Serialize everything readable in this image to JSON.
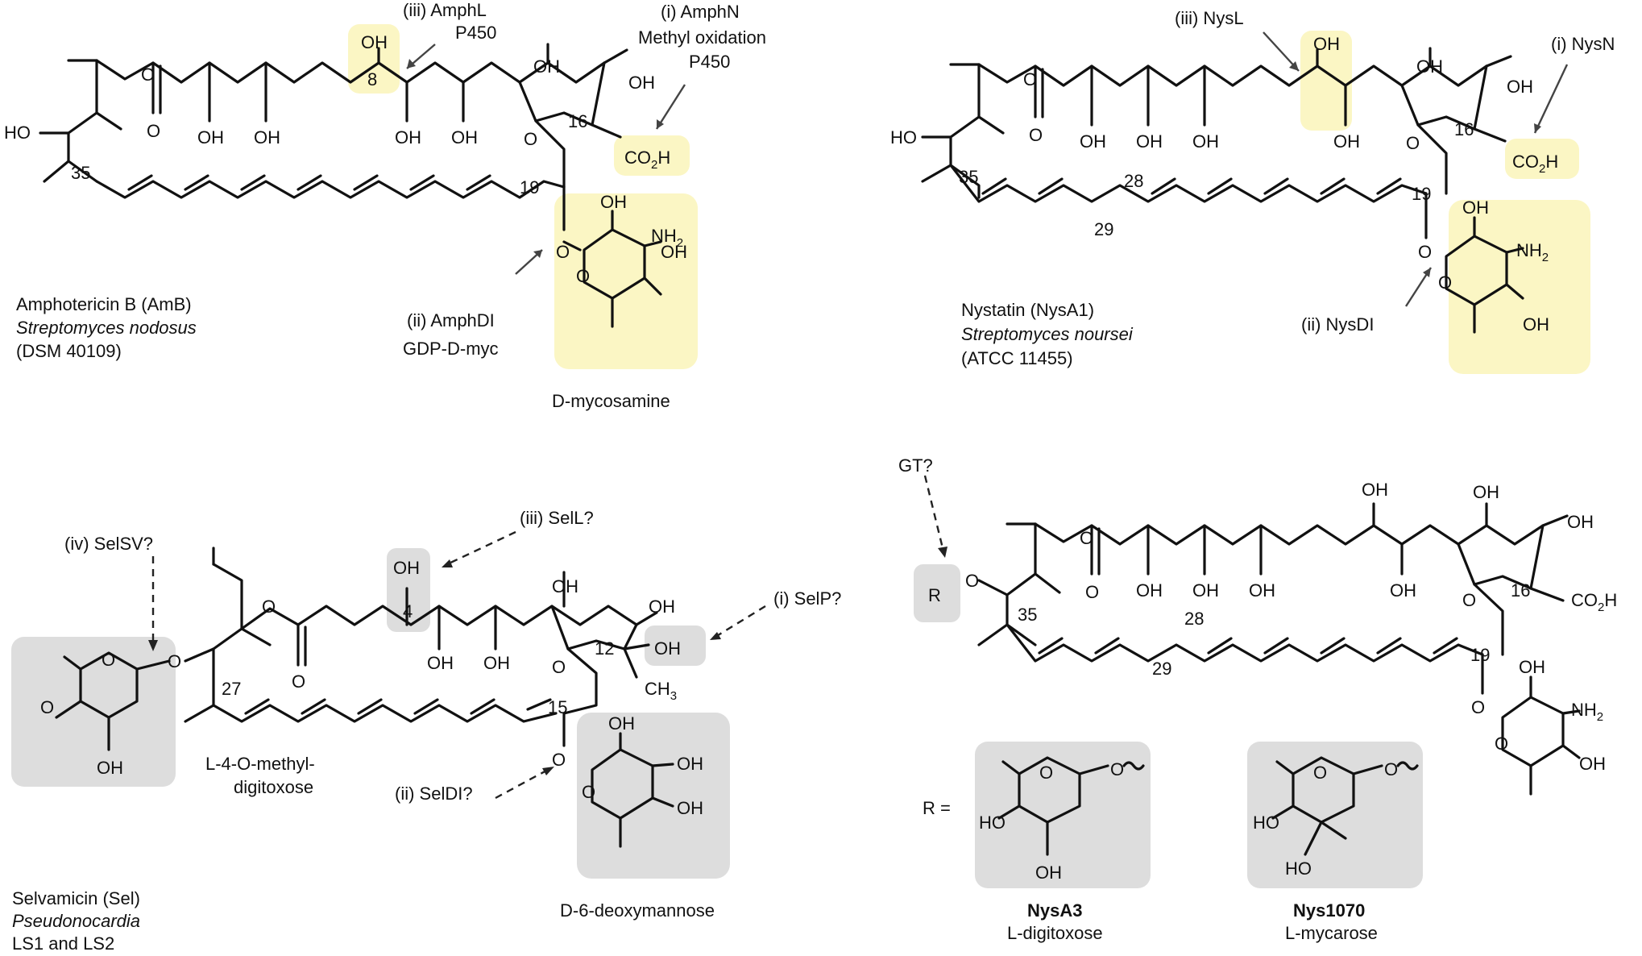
{
  "panels": {
    "amb": {
      "name": "Amphotericin B (AmB)",
      "organism": "Streptomyces nodosus",
      "strain": "(DSM 40109)",
      "sugar": "D-mycosamine",
      "step_i_line1": "(i) AmphN",
      "step_i_line2": "Methyl oxidation",
      "step_i_line3": "P450",
      "step_ii_line1": "(ii) AmphDI",
      "step_ii_line2": "GDP-D-myc",
      "step_iii_line1": "(iii) AmphL",
      "step_iii_line2": "P450",
      "numbers": [
        "35",
        "8",
        "16",
        "19"
      ]
    },
    "nys": {
      "name": "Nystatin (NysA1)",
      "organism": "Streptomyces noursei",
      "strain": "(ATCC 11455)",
      "step_i": "(i)   NysN",
      "step_ii": "(ii) NysDI",
      "step_iii": "(iii) NysL",
      "numbers": [
        "35",
        "28",
        "29",
        "16",
        "19"
      ]
    },
    "sel": {
      "name": "Selvamicin (Sel)",
      "organism": "Pseudonocardia",
      "strain": "LS1 and LS2",
      "sugar_top_line1": "L-4-O-methyl-",
      "sugar_top_line2": "digitoxose",
      "sugar_bottom": "D-6-deoxymannose",
      "step_i": "(i) SelP?",
      "step_ii": "(ii) SelDI?",
      "step_iii": "(iii) SelL?",
      "step_iv": "(iv) SelSV?",
      "numbers": [
        "27",
        "4",
        "12",
        "15"
      ]
    },
    "gt": {
      "label": "GT?",
      "r_label": "R",
      "r_equals": "R =",
      "opt1_name": "NysA3",
      "opt1_sugar": "L-digitoxose",
      "opt2_name": "Nys1070",
      "opt2_sugar": "L-mycarose",
      "numbers": [
        "35",
        "28",
        "29",
        "16",
        "19"
      ]
    }
  },
  "atoms": {
    "oh": "OH",
    "ho": "HO",
    "o": "O",
    "nh2": "NH",
    "nh2_sub": "2",
    "co2h": "CO",
    "co2h_sub": "2",
    "co2h_h": "H",
    "ch3": "CH",
    "ch3_sub": "3"
  },
  "colors": {
    "highlight_yellow": "#fbf6c4",
    "highlight_grey": "#dddddd",
    "bond": "#111111"
  }
}
